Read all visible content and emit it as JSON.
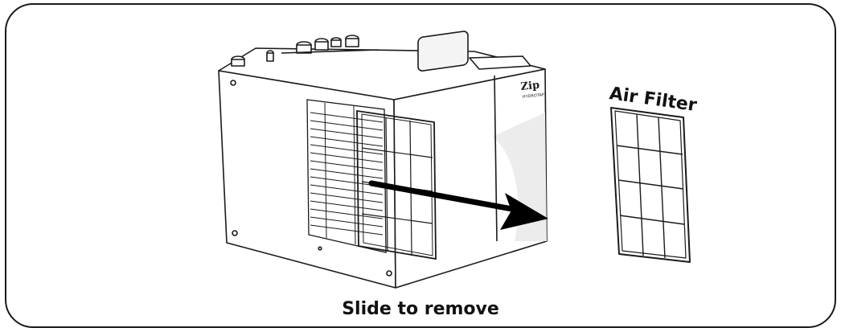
{
  "labels": {
    "air_filter": "Air Filter",
    "caption": "Slide to remove"
  },
  "unit_logo": {
    "brand": "Zip",
    "subtext": "HYDROTAP"
  },
  "colors": {
    "line": "#1a1a1a",
    "shade": "#e9e9e9",
    "arrow": "#000000"
  }
}
